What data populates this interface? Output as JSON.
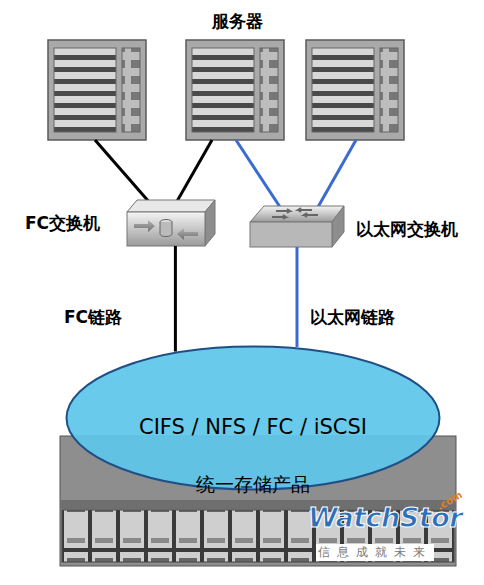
{
  "diagram": {
    "title": "服务器",
    "nodes": [
      {
        "text": [
          "FC交换机"
        ]
      },
      {
        "text": [
          "以太网交换机"
        ]
      },
      {
        "text": [
          "CIFS / NFS / FC / iSCSI",
          "统一存储产品"
        ]
      }
    ],
    "edges": [
      {
        "from": 0,
        "to": 2,
        "label": "FC链路",
        "arrow": "none"
      },
      {
        "from": 1,
        "to": 2,
        "label": "以太网链路",
        "arrow": "none"
      }
    ],
    "labels": [
      "WatchStor",
      ".com",
      "信息成就未来"
    ]
  }
}
